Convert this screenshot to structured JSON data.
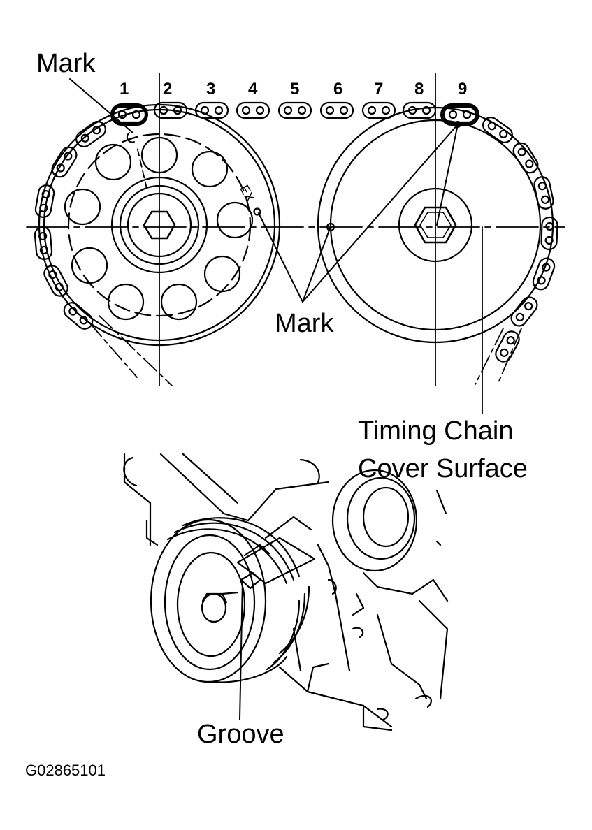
{
  "labels": {
    "mark_top": "Mark",
    "mark_center": "Mark",
    "timing_line1": "Timing Chain",
    "timing_line2": "Cover Surface",
    "groove": "Groove",
    "ex": "EX",
    "figure_code": "G02865101"
  },
  "link_numbers": [
    "1",
    "2",
    "3",
    "4",
    "5",
    "6",
    "7",
    "8",
    "9"
  ],
  "colors": {
    "ink": "#000000",
    "paper": "#ffffff"
  }
}
